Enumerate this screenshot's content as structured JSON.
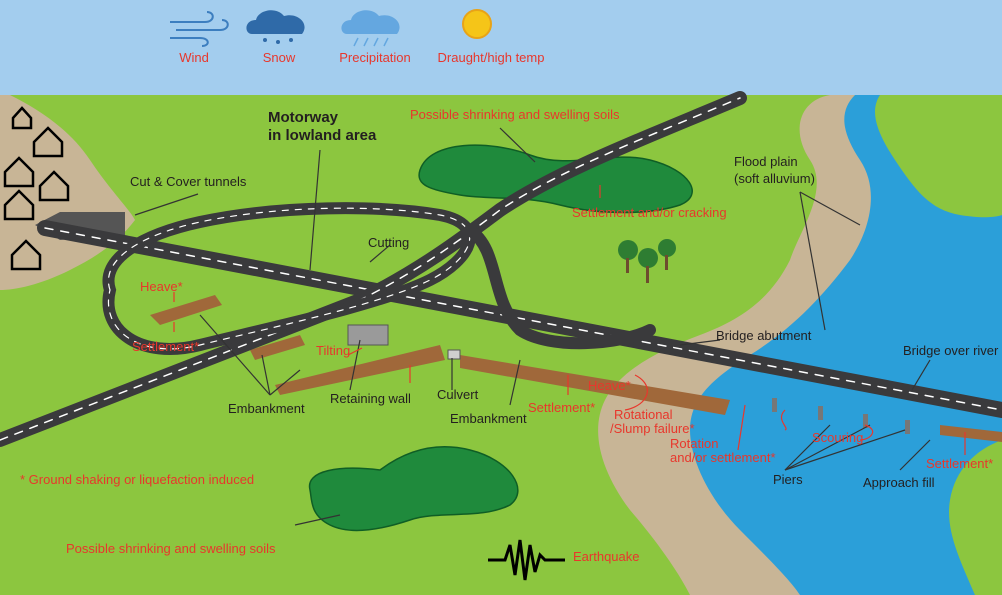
{
  "legend": [
    {
      "label": "Wind",
      "icon": "wind-icon"
    },
    {
      "label": "Snow",
      "icon": "snow-cloud-icon"
    },
    {
      "label": "Precipitation",
      "icon": "rain-cloud-icon"
    },
    {
      "label": "Draught/high temp",
      "icon": "sun-icon"
    }
  ],
  "labels": {
    "motorway_title_1": "Motorway",
    "motorway_title_2": "in lowland area",
    "shrink_top": "Possible shrinking and swelling soils",
    "settlement_cracking": "Settlement and/or cracking",
    "cut_cover": "Cut & Cover tunnels",
    "cutting": "Cutting",
    "flood_plain_1": "Flood plain",
    "flood_plain_2": "(soft alluvium)",
    "heave_left": "Heave*",
    "settlement_left": "Settlement*",
    "tilting": "Tilting",
    "embankment_left": "Embankment",
    "retaining_wall": "Retaining wall",
    "culvert": "Culvert",
    "embankment_mid": "Embankment",
    "heave_mid": "Heave*",
    "settlement_mid": "Settlement*",
    "rotational_1": "Rotational",
    "rotational_2": "/Slump failure*",
    "rotation_1": "Rotation",
    "rotation_2": "and/or settlement*",
    "bridge_abutment": "Bridge abutment",
    "bridge_river": "Bridge over river",
    "scouring": "Scouring",
    "settlement_right": "Settlement*",
    "piers": "Piers",
    "approach_fill": "Approach fill",
    "footnote": "* Ground shaking or liquefaction induced",
    "shrink_bottom": "Possible shrinking and swelling soils",
    "earthquake": "Earthquake"
  },
  "colors": {
    "sky": "#a3cdee",
    "grass": "#8cc63f",
    "soil": "#c8b596",
    "river": "#2b9fd9",
    "road": "#3a3a3c",
    "embankment": "#a0683a",
    "patch": "#1f8a3c",
    "label_red": "#e8372c",
    "label_dark": "#231f20"
  }
}
